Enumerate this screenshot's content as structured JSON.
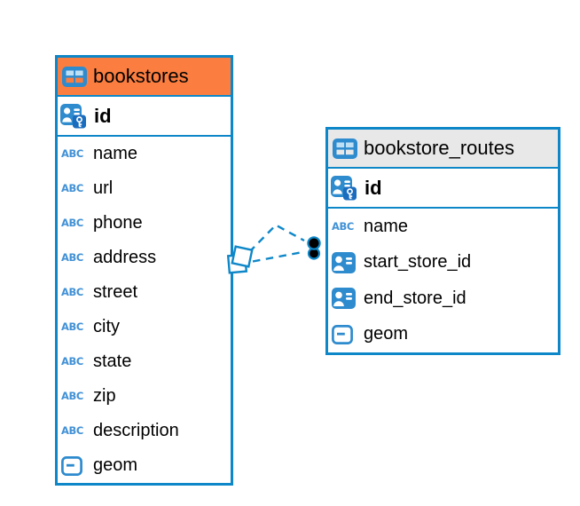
{
  "colors": {
    "frame": "#0e87c8",
    "header_orange": "#fb7e40",
    "header_gray": "#e8e8e8",
    "icon_blue": "#2e8bce",
    "cell_light": "#bfdff5",
    "key_badge": "#1a6cbe",
    "abc_blue": "#4191d6",
    "text": "#000000",
    "dot_fill": "#000000"
  },
  "icons": {
    "abc_label": "ABC"
  },
  "tables": [
    {
      "name": "bookstores",
      "header_style": "orange",
      "primary_key": {
        "label": "id",
        "type": "integer-primary-key"
      },
      "fields": [
        {
          "label": "name",
          "type": "text"
        },
        {
          "label": "url",
          "type": "text"
        },
        {
          "label": "phone",
          "type": "text"
        },
        {
          "label": "address",
          "type": "text"
        },
        {
          "label": "street",
          "type": "text"
        },
        {
          "label": "city",
          "type": "text"
        },
        {
          "label": "state",
          "type": "text"
        },
        {
          "label": "zip",
          "type": "text"
        },
        {
          "label": "description",
          "type": "text"
        },
        {
          "label": "geom",
          "type": "geometry"
        }
      ]
    },
    {
      "name": "bookstore_routes",
      "header_style": "gray",
      "primary_key": {
        "label": "id",
        "type": "integer-primary-key"
      },
      "fields": [
        {
          "label": "name",
          "type": "text"
        },
        {
          "label": "start_store_id",
          "type": "foreign-key"
        },
        {
          "label": "end_store_id",
          "type": "foreign-key"
        },
        {
          "label": "geom",
          "type": "geometry"
        }
      ]
    }
  ],
  "relationships": {
    "style": "dashed",
    "from_table": "bookstores",
    "to_table": "bookstore_routes",
    "line_count": 2
  }
}
